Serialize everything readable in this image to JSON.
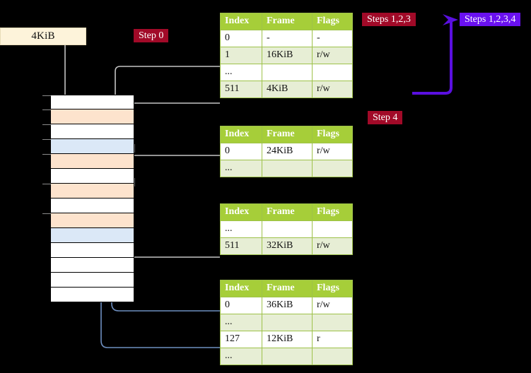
{
  "figure": {
    "title_box": {
      "label": "4KiB"
    },
    "badges": [
      {
        "name": "step-0",
        "label": "Step 0",
        "color": "#a10a28"
      },
      {
        "name": "step-123",
        "label": "Steps 1,2,3",
        "color": "#a10a28"
      },
      {
        "name": "step-1234",
        "label": "Steps 1,2,3,4",
        "color": "#6a11f0"
      },
      {
        "name": "step-4",
        "label": "Step 4",
        "color": "#a10a28"
      }
    ],
    "colors": {
      "table_header": "#a6ce39",
      "table_alt_row": "#e7eed5",
      "table_border": "#9ec24a",
      "highlight": "#faf58d",
      "memory_orange": "#fde3cd",
      "memory_blue": "#dbe8f7",
      "banner": "#fdf3da",
      "connector_grey": "#b9b9b9",
      "connector_blue": "#6e8fc0",
      "arrow_purple": "#5a0fe0"
    }
  },
  "tables": [
    {
      "name": "page-table-level-1",
      "columns": [
        "Index",
        "Frame",
        "Flags"
      ],
      "rows": [
        {
          "cells": [
            "0",
            "-",
            "-"
          ],
          "alt": false,
          "highlight": false
        },
        {
          "cells": [
            "1",
            "16KiB",
            "r/w"
          ],
          "alt": true,
          "highlight": false
        },
        {
          "cells": [
            "...",
            "",
            ""
          ],
          "alt": false,
          "highlight": false
        },
        {
          "cells": [
            "511",
            "4KiB",
            "r/w"
          ],
          "alt": true,
          "highlight": true
        }
      ]
    },
    {
      "name": "page-table-level-2",
      "columns": [
        "Index",
        "Frame",
        "Flags"
      ],
      "rows": [
        {
          "cells": [
            "0",
            "24KiB",
            "r/w"
          ],
          "alt": false,
          "highlight": false
        },
        {
          "cells": [
            "...",
            "",
            ""
          ],
          "alt": true,
          "highlight": false
        }
      ]
    },
    {
      "name": "page-table-level-3",
      "columns": [
        "Index",
        "Frame",
        "Flags"
      ],
      "rows": [
        {
          "cells": [
            "...",
            "",
            ""
          ],
          "alt": false,
          "highlight": false
        },
        {
          "cells": [
            "511",
            "32KiB",
            "r/w"
          ],
          "alt": true,
          "highlight": false
        }
      ]
    },
    {
      "name": "page-table-level-4",
      "columns": [
        "Index",
        "Frame",
        "Flags"
      ],
      "rows": [
        {
          "cells": [
            "0",
            "36KiB",
            "r/w"
          ],
          "alt": false,
          "highlight": false
        },
        {
          "cells": [
            "...",
            "",
            ""
          ],
          "alt": true,
          "highlight": false
        },
        {
          "cells": [
            "127",
            "12KiB",
            "r"
          ],
          "alt": false,
          "highlight": false
        },
        {
          "cells": [
            "...",
            "",
            ""
          ],
          "alt": true,
          "highlight": false
        }
      ]
    }
  ],
  "memory_column": {
    "name": "physical-memory-frames",
    "rows": [
      {
        "fill": "white"
      },
      {
        "fill": "orange"
      },
      {
        "fill": "white"
      },
      {
        "fill": "blue"
      },
      {
        "fill": "orange"
      },
      {
        "fill": "white"
      },
      {
        "fill": "orange"
      },
      {
        "fill": "white"
      },
      {
        "fill": "orange"
      },
      {
        "fill": "blue"
      },
      {
        "fill": "white"
      },
      {
        "fill": "white"
      },
      {
        "fill": "white"
      },
      {
        "fill": "white"
      }
    ]
  }
}
